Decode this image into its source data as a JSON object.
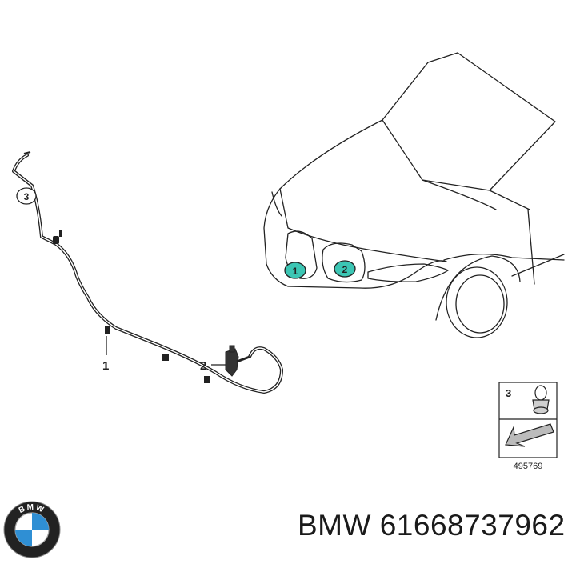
{
  "callouts": {
    "part1": "1",
    "part2": "2",
    "part3": "3"
  },
  "legend": {
    "item_number": "3",
    "drawing_number": "495769"
  },
  "caption": {
    "brand": "BMW",
    "part_number": "61668737962"
  },
  "logo": {
    "text": "BMW"
  },
  "colors": {
    "line": "#222222",
    "callout_fill": "#3cc6b4",
    "bmw_blue": "#2f8fd4"
  }
}
